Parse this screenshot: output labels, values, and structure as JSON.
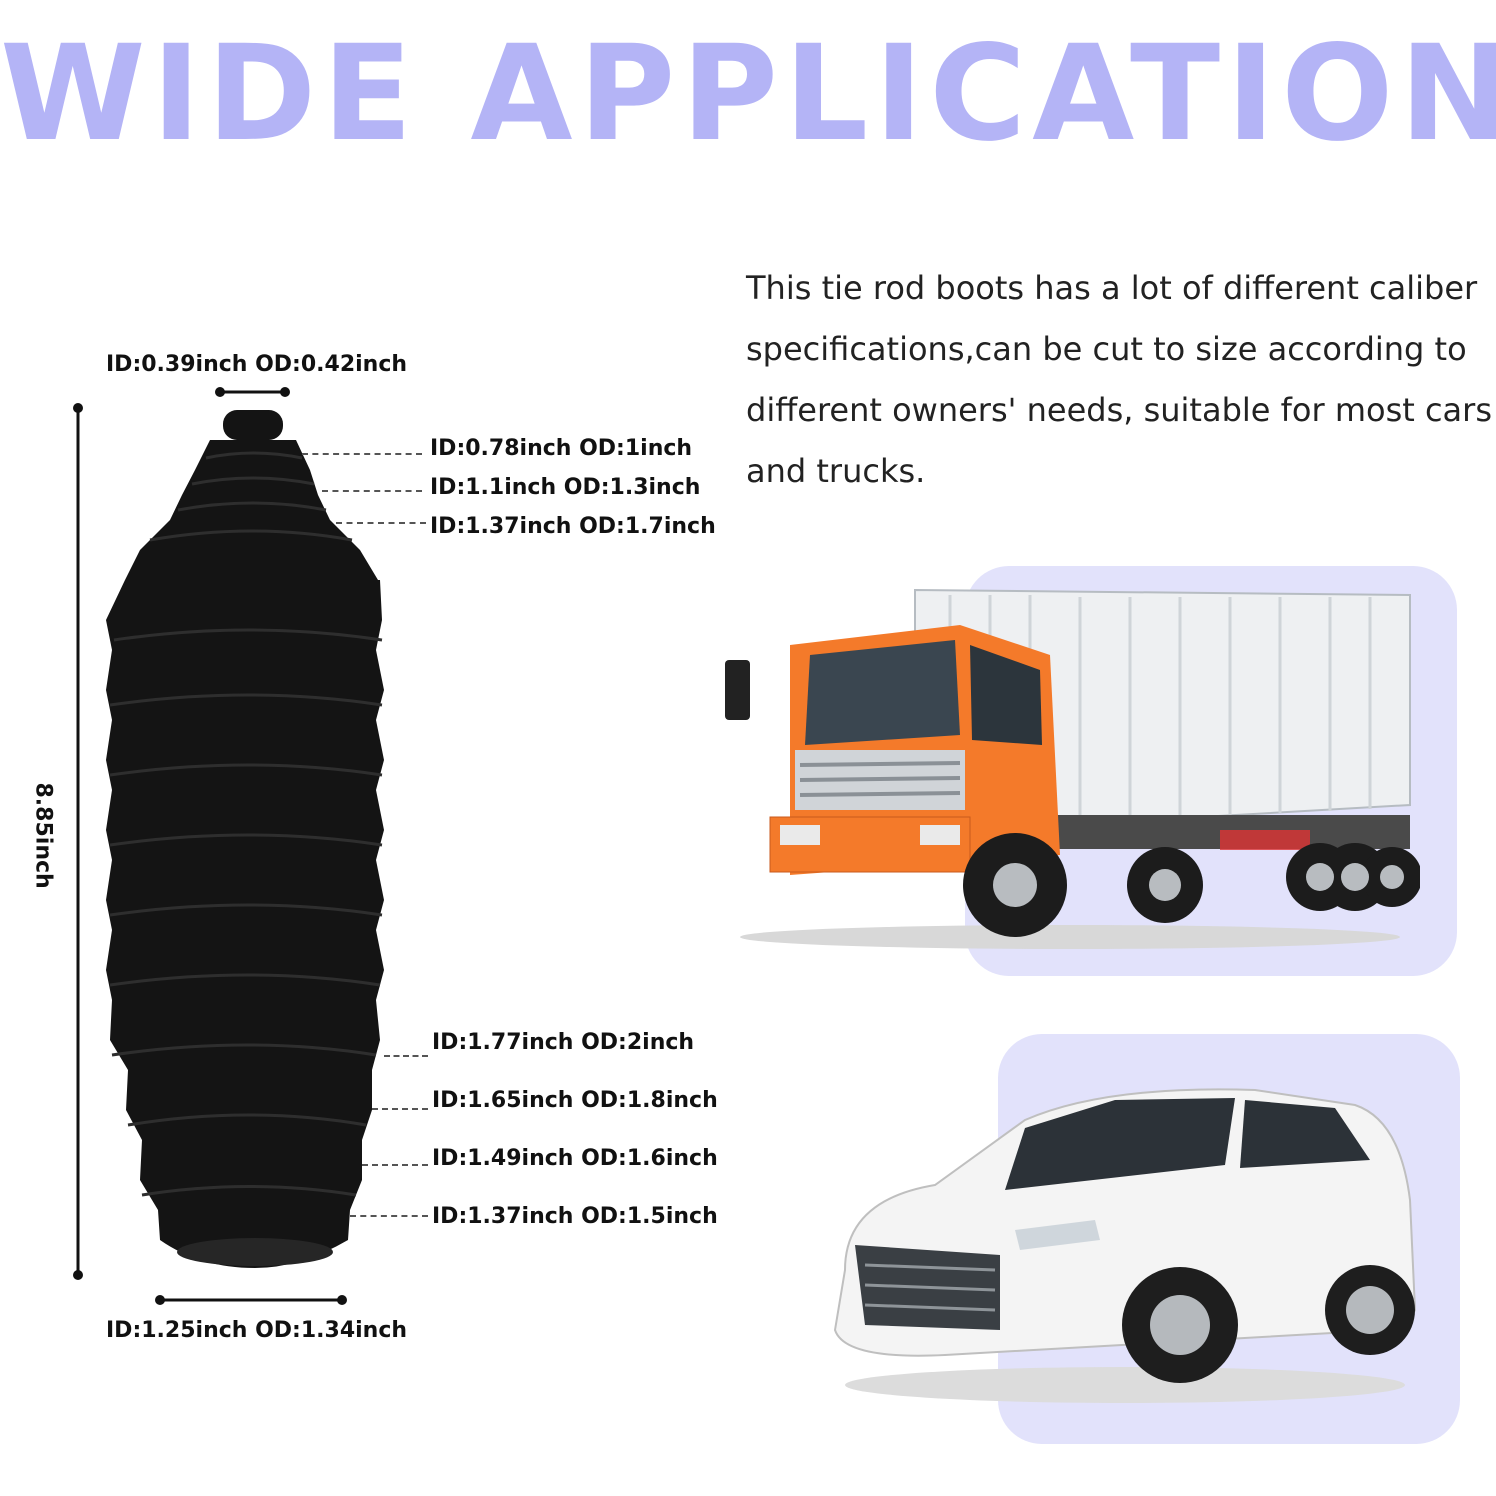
{
  "headline": "WIDE APPLICATION",
  "description": "This tie rod boots has a lot of different caliber specifications,can be cut to size according to different owners' needs, suitable for most cars and trucks.",
  "boot": {
    "color": "#141414",
    "top_opening": "ID:0.39inch  OD:0.42inch",
    "bottom_opening": "ID:1.25inch OD:1.34inch",
    "overall_length": "8.85inch",
    "upper_steps": [
      "ID:0.78inch OD:1inch",
      "ID:1.1inch OD:1.3inch",
      "ID:1.37inch OD:1.7inch"
    ],
    "lower_steps": [
      "ID:1.77inch OD:2inch",
      "ID:1.65inch OD:1.8inch",
      "ID:1.49inch OD:1.6inch",
      "ID:1.37inch OD:1.5inch"
    ]
  },
  "vehicles": [
    "truck-photo",
    "suv-photo"
  ],
  "colors": {
    "headline": "#b4b4f6",
    "panel": "#e2e2fb",
    "truck_cab": "#f47a2a",
    "suv_body": "#f4f4f4"
  }
}
